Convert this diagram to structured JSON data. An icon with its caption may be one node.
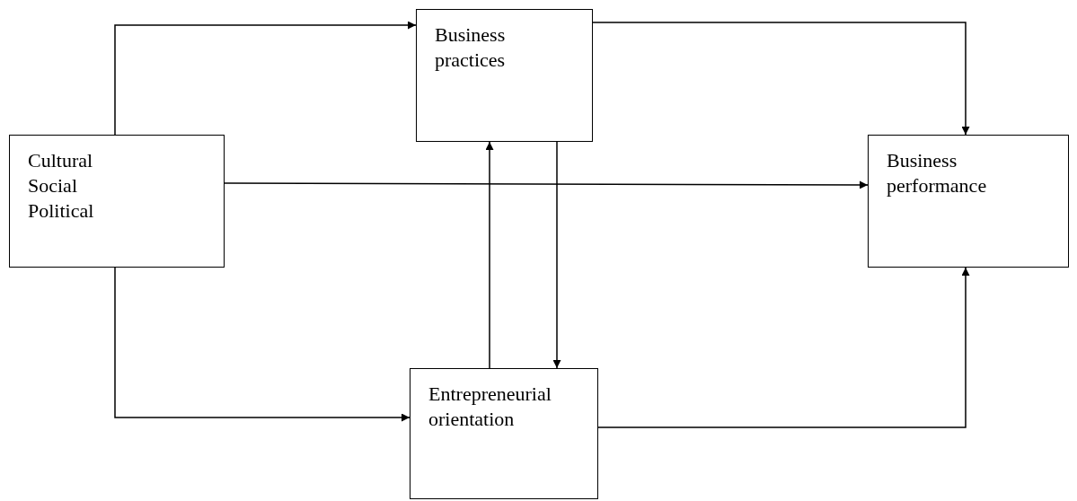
{
  "diagram": {
    "nodes": [
      {
        "text": [
          "Cultural",
          "Social",
          "Political"
        ]
      },
      {
        "text": [
          "Business practices"
        ]
      },
      {
        "text": [
          "Business performance"
        ]
      },
      {
        "text": [
          "Entrepreneurial orientation"
        ]
      }
    ],
    "edges": [
      {
        "from": 0,
        "to": 1,
        "arrow": "to"
      },
      {
        "from": 1,
        "to": 2,
        "arrow": "to"
      },
      {
        "from": 0,
        "to": 2,
        "arrow": "to"
      },
      {
        "from": 0,
        "to": 3,
        "arrow": "to"
      },
      {
        "from": 3,
        "to": 1,
        "arrow": "to"
      },
      {
        "from": 1,
        "to": 3,
        "arrow": "to"
      },
      {
        "from": 3,
        "to": 2,
        "arrow": "to"
      }
    ]
  }
}
